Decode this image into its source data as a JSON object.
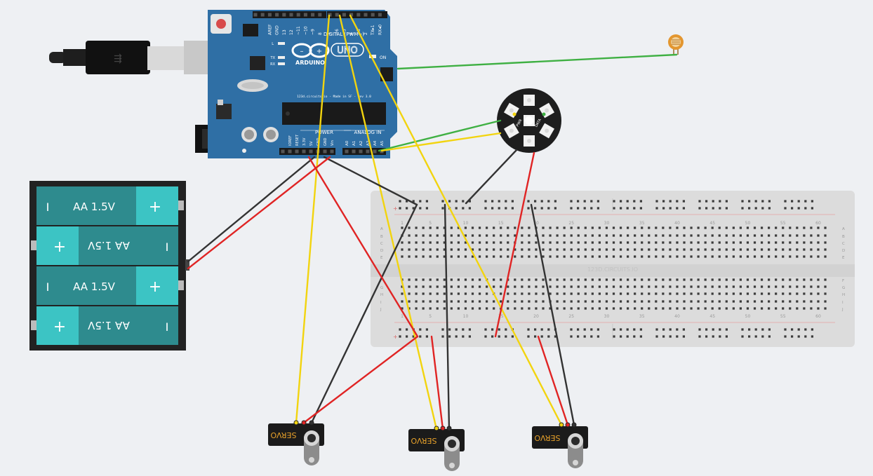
{
  "arduino": {
    "brand": "ARDUINO",
    "model": "UNO",
    "digital_header": "DIGITAL (PWM~)",
    "power_header": "POWER",
    "analog_header": "ANALOG IN",
    "on_label": "ON",
    "tx_label": "TX",
    "rx_label": "RX",
    "l_label": "L",
    "chip_text": "123d.circuits.io - Made in SF - Rev 3.0",
    "digital_pins": [
      "AREF",
      "GND",
      "13",
      "12",
      "~11",
      "~10",
      "~9",
      "8",
      "7",
      "~6",
      "~5",
      "4",
      "~3",
      "2",
      "TX▸1",
      "RX◂0"
    ],
    "power_pins": [
      "IOREF",
      "RESET",
      "3.3V",
      "5V",
      "GND",
      "GND",
      "Vin"
    ],
    "analog_pins": [
      "A0",
      "A1",
      "A2",
      "A3",
      "A4",
      "A5"
    ]
  },
  "battery": {
    "cells": [
      "AA 1.5V",
      "AA 1.5V",
      "AA 1.5V",
      "AA 1.5V"
    ],
    "plus": "+",
    "minus": "I"
  },
  "breadboard": {
    "watermark": "123D.CIRCUITS.IO",
    "col_numbers": [
      "1",
      "5",
      "10",
      "15",
      "20",
      "25",
      "30",
      "35",
      "40",
      "45",
      "50",
      "55",
      "60"
    ],
    "rows_top": [
      "A",
      "B",
      "C",
      "D",
      "E"
    ],
    "rows_bottom": [
      "F",
      "G",
      "H",
      "I",
      "J"
    ]
  },
  "servos": [
    {
      "label": "SERVO"
    },
    {
      "label": "SERVO"
    },
    {
      "label": "SERVO"
    }
  ],
  "neopixel": {
    "label_left": "PWR",
    "label_right": "DATA"
  },
  "colors": {
    "wire_red": "#e02424",
    "wire_yellow": "#f2d40f",
    "wire_black": "#333333",
    "wire_green": "#3fb043",
    "board_blue": "#2f6fa5",
    "battery_teal": "#2e8b8e"
  }
}
